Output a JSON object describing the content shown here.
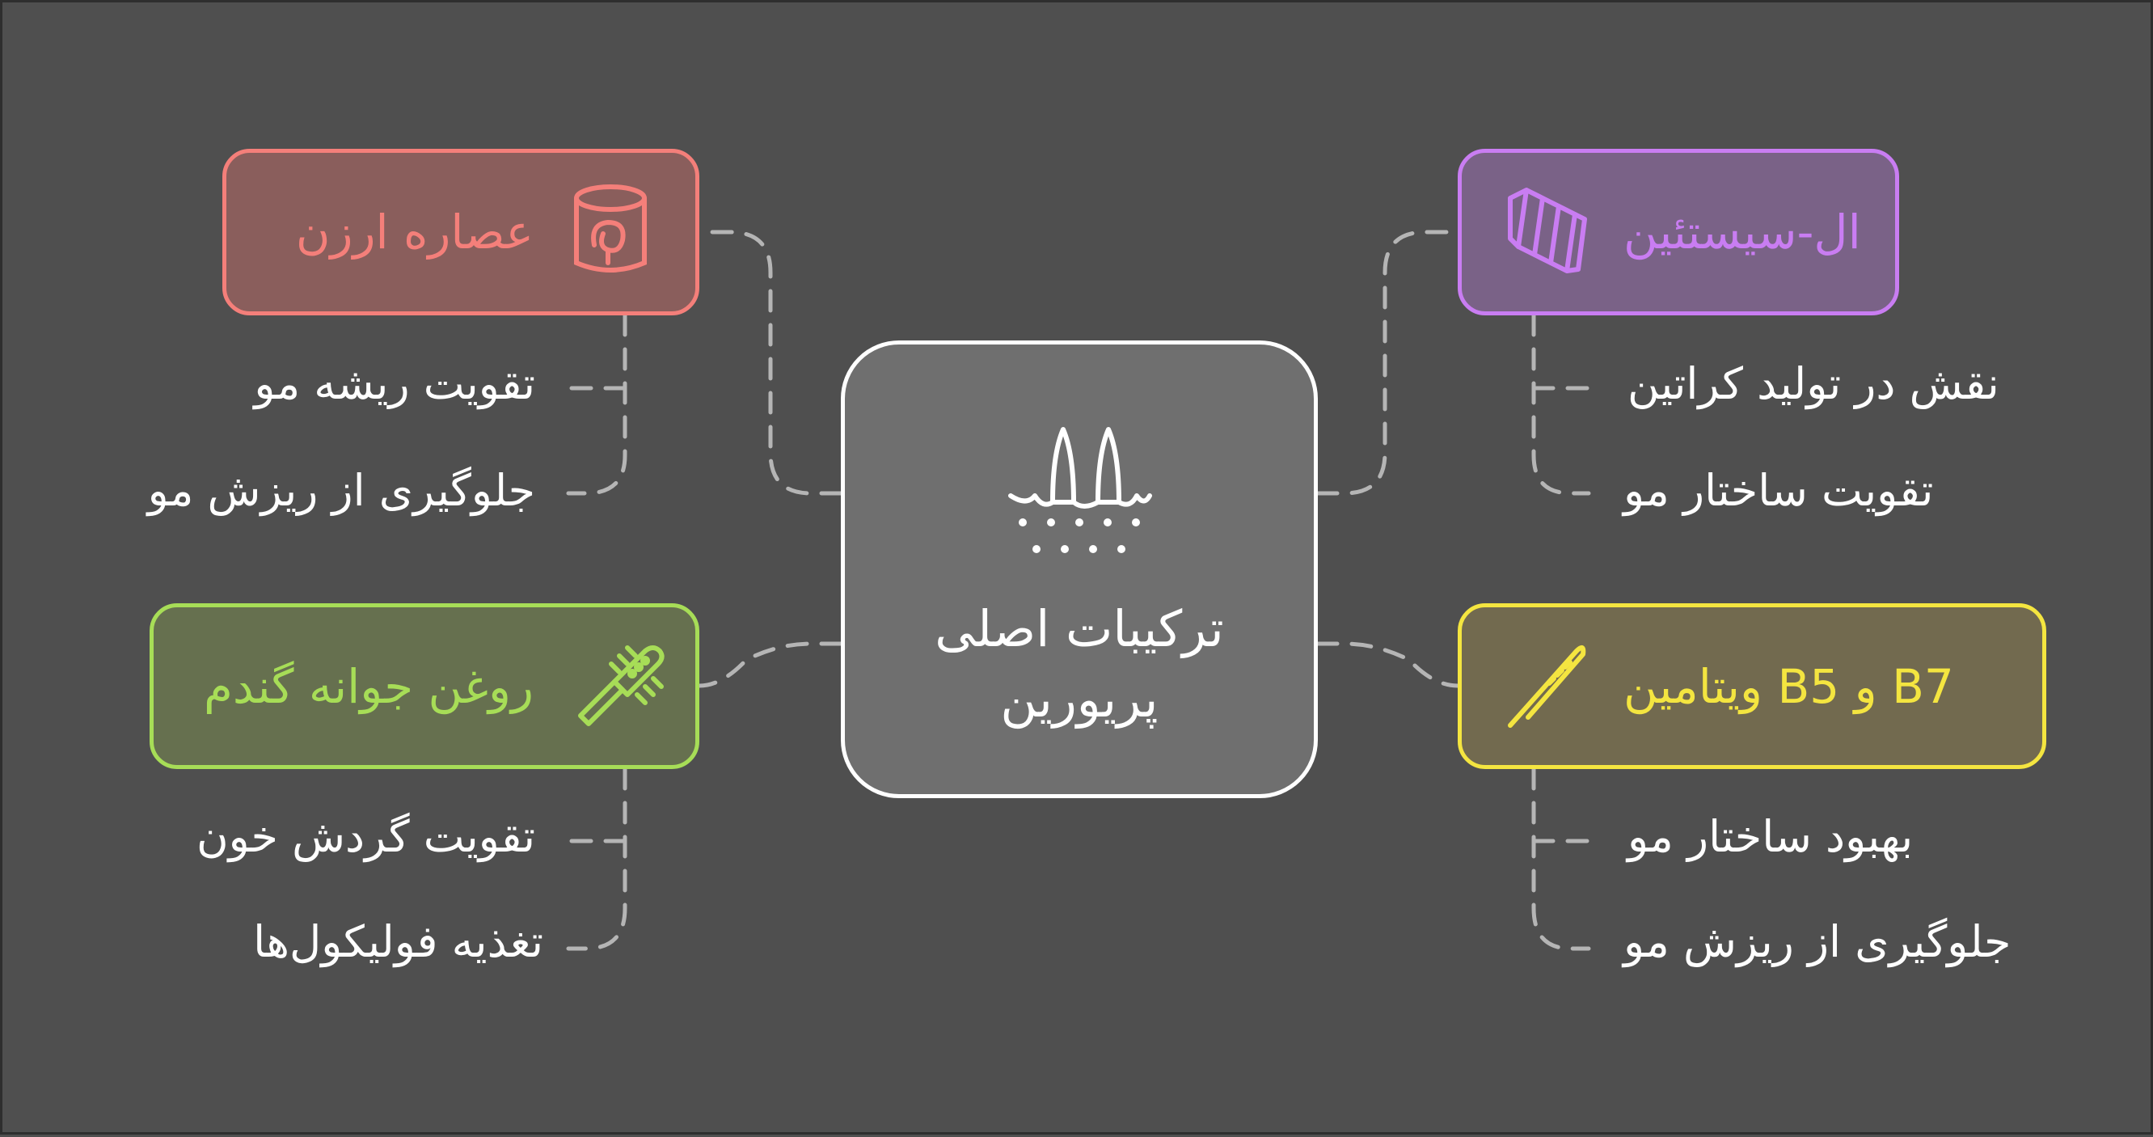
{
  "colors": {
    "background": "#4f4f4f",
    "connector": "#b5b5b5",
    "center_fill": "#6f6f6f",
    "red": "#f47f7a",
    "red_fill": "#8a5e5c",
    "purple": "#c97df2",
    "purple_fill": "#7a6287",
    "green": "#a7dd57",
    "green_fill": "#66704f",
    "yellow": "#f4e540",
    "yellow_fill": "#726a4f"
  },
  "center": {
    "icon": "hair-follicle-icon",
    "title": "ترکیبات اصلی\nپریورین"
  },
  "branches": {
    "rice": {
      "title": "عصاره ارزن",
      "icon": "rice-extract-jar-icon",
      "items": [
        "تقویت ریشه مو",
        "جلوگیری از ریزش مو"
      ]
    },
    "cystine": {
      "title": "ال-سیستئین",
      "icon": "amino-acid-coil-icon",
      "items": [
        "نقش در تولید کراتین",
        "تقویت ساختار مو"
      ]
    },
    "wheat": {
      "title": "روغن جوانه گندم",
      "icon": "hair-brush-icon",
      "items": [
        "تقویت گردش خون",
        "تغذیه فولیکول‌ها"
      ]
    },
    "vitamin": {
      "title": "B7 و B5 ویتامین",
      "icon": "bobby-pin-icon",
      "items": [
        "بهبود ساختار مو",
        "جلوگیری از ریزش مو"
      ]
    }
  }
}
